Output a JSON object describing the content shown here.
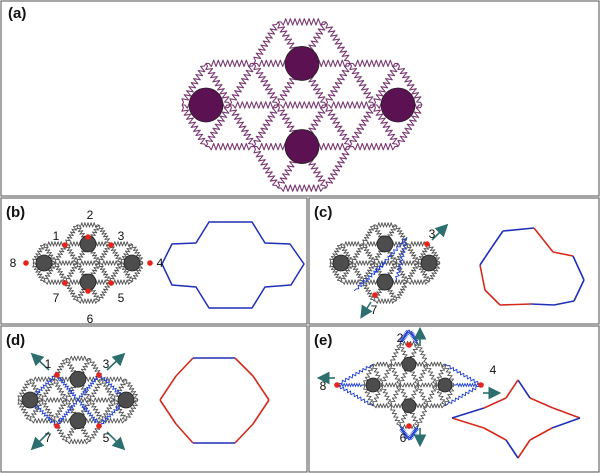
{
  "panels": [
    {
      "id": "a",
      "label": "(a)"
    },
    {
      "id": "b",
      "label": "(b)",
      "node_labels": [
        "1",
        "2",
        "3",
        "4",
        "5",
        "6",
        "7",
        "8"
      ]
    },
    {
      "id": "c",
      "label": "(c)",
      "node_labels": [
        "3",
        "7"
      ]
    },
    {
      "id": "d",
      "label": "(d)",
      "node_labels": [
        "1",
        "3",
        "5",
        "7"
      ]
    },
    {
      "id": "e",
      "label": "(e)",
      "node_labels": [
        "2",
        "4",
        "6",
        "8"
      ]
    }
  ],
  "colors": {
    "spring_a": "#7a3b73",
    "particle_a": "#5c1152",
    "spring_gray": "#555555",
    "particle_gray": "#4d4d4d",
    "stretched_spring": "#1f3fd1",
    "contact_point": "#e8231b",
    "outline_blue": "#1f2fb8",
    "outline_red": "#d42a1c",
    "arrow": "#2d6e6e",
    "frame": "#6b6b6b"
  }
}
